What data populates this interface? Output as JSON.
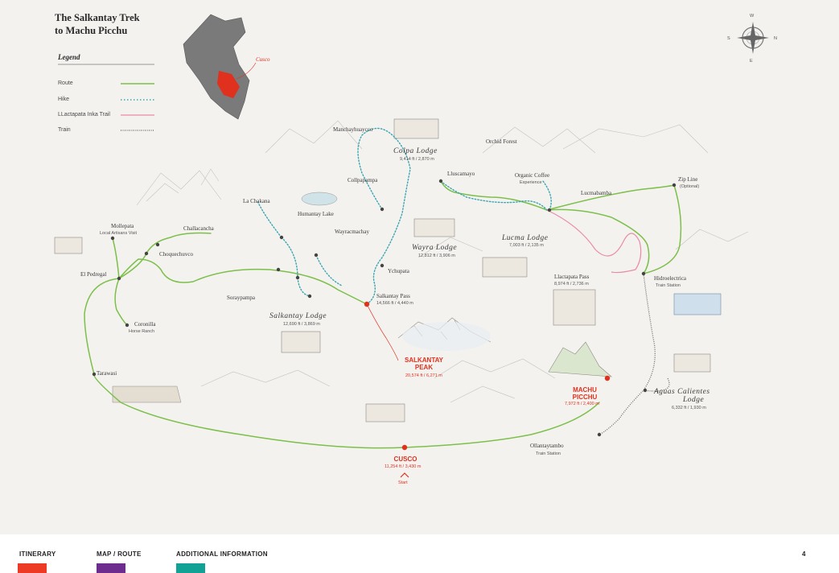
{
  "map": {
    "title_line1": "The Salkantay Trek",
    "title_line2": "to Machu Picchu",
    "inset_label": "Cusco",
    "compass": {
      "n": "N",
      "s": "S",
      "e": "E",
      "w": "W"
    },
    "legend": {
      "heading": "Legend",
      "items": [
        {
          "label": "Route",
          "color": "#7cbf4a",
          "style": "solid"
        },
        {
          "label": "Hike",
          "color": "#3aa6b0",
          "style": "dotted"
        },
        {
          "label": "LLactapata Inka Trail",
          "color": "#e98aa6",
          "style": "solid"
        },
        {
          "label": "Train",
          "color": "#777777",
          "style": "railway"
        }
      ]
    },
    "places": {
      "mollepata": "Mollepata",
      "mollepata_sub": "Local Artisans Visit",
      "challacancha": "Challacancha",
      "choquechuvco": "Choquechuvco",
      "el_pedregal": "El Pedregal",
      "coronilla": "Coronilla",
      "coronilla_sub": "Horse Ranch",
      "soraypampa": "Soraypampa",
      "la_chakana": "La Chakana",
      "humantay": "Humantay Lake",
      "wayracmachay": "Wayracmachay",
      "manchayhuaycco": "Manchayhuaycco",
      "collpapampa": "Collpapampa",
      "lluscamayo": "Lluscamayo",
      "orchid": "Orchid Forest",
      "coffee": "Organic Coffee",
      "coffee_sub": "Experience",
      "lucmabamba": "Lucmabamba",
      "zipline": "Zip Line",
      "zipline_sub": "(Optional)",
      "ychupata": "Ychupata",
      "pass": "Salkantay Pass",
      "pass_sub": "14,566 ft / 4,440 m",
      "llactapata": "Llactapata Pass",
      "llactapata_sub": "8,974 ft / 2,736 m",
      "hidro": "Hidroelectrica",
      "hidro_sub": "Train Station",
      "tarawasi": "Tarawasi",
      "ollantaytambo": "Ollantaytambo",
      "ollantaytambo_sub": "Train Station"
    },
    "lodges": {
      "colpa": "Colpa Lodge",
      "colpa_sub": "9,414 ft / 2,870 m",
      "wayra": "Wayra Lodge",
      "wayra_sub": "12,812 ft / 3,906 m",
      "lucma": "Lucma Lodge",
      "lucma_sub": "7,003 ft / 2,135 m",
      "salkantay": "Salkantay Lodge",
      "salkantay_sub": "12,690 ft / 3,869 m",
      "aguas": "Aguas Calientes",
      "aguas2": "Lodge",
      "aguas_sub": "6,332 ft / 1,930 m"
    },
    "highlights": {
      "peak_1": "SALKANTAY",
      "peak_2": "PEAK",
      "peak_sub": "20,574 ft / 6,271 m",
      "mp_1": "MACHU",
      "mp_2": "PICCHU",
      "mp_sub": "7,972 ft / 2,400 m",
      "cusco": "CUSCO",
      "cusco_sub": "11,254 ft / 3,430 m",
      "start": "Start"
    }
  },
  "footer": {
    "tabs": [
      {
        "label": "ITINERARY",
        "color": "#ec3a24"
      },
      {
        "label": "MAP / ROUTE",
        "color": "#6d2d8f"
      },
      {
        "label": "ADDITIONAL INFORMATION",
        "color": "#12a195"
      }
    ],
    "page_number": "4"
  }
}
